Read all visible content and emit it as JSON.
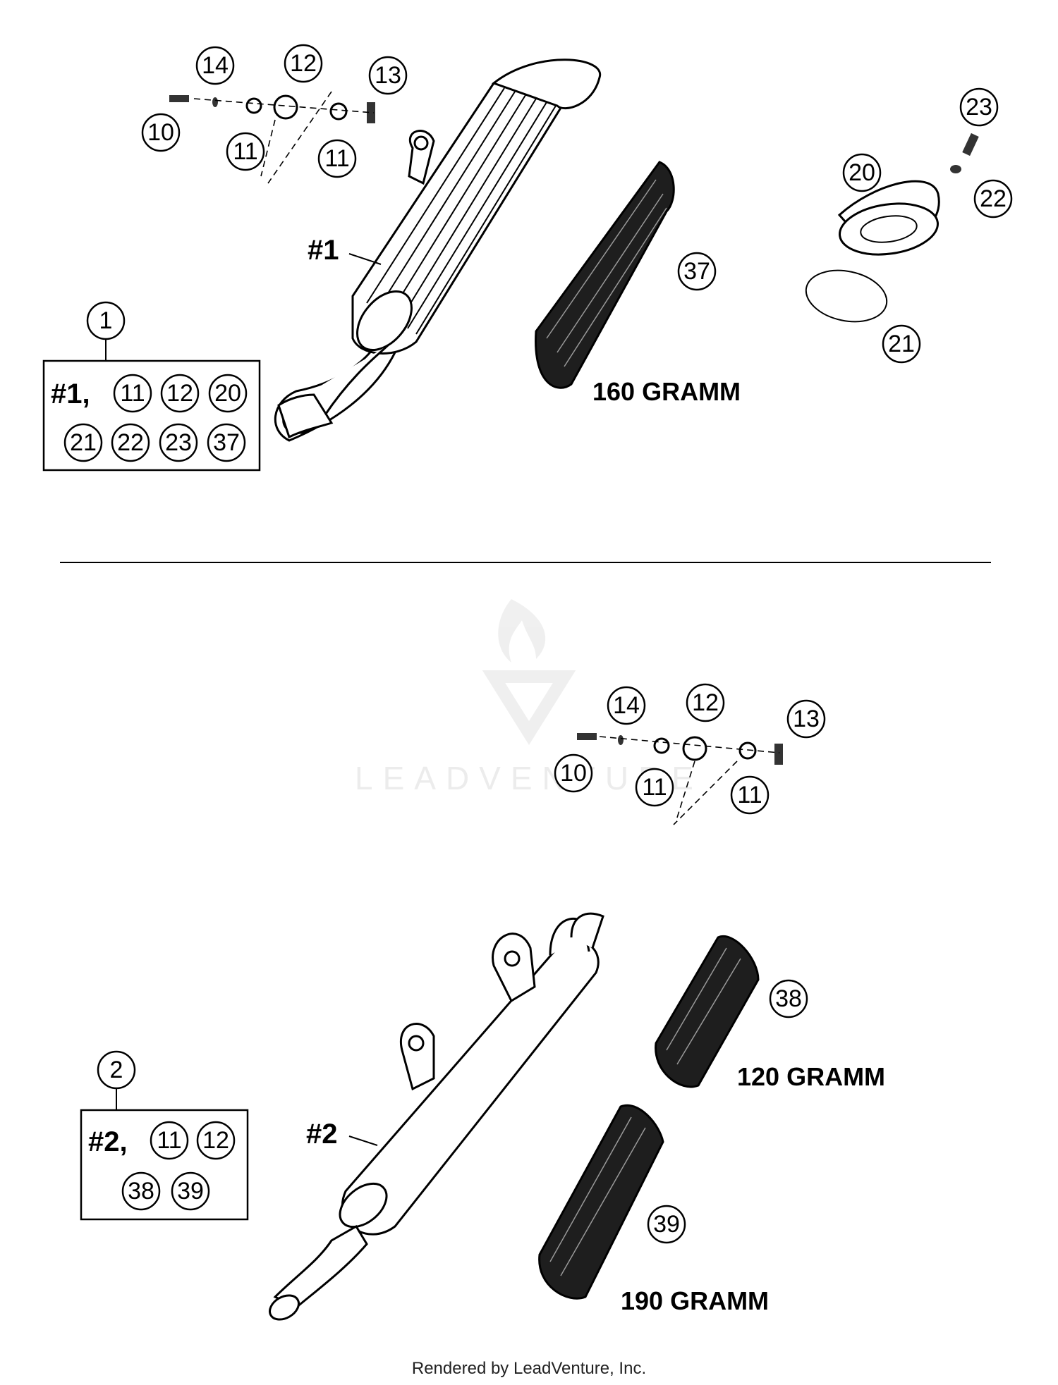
{
  "footer": "Rendered by LeadVenture, Inc.",
  "watermark": "LEADVENTURE",
  "top_assembly": {
    "kit_callout": "1",
    "kit_contents_row1": [
      "#1,",
      "11",
      "12",
      "20"
    ],
    "kit_contents_row2": [
      "21",
      "22",
      "23",
      "37"
    ],
    "silencer_label": "#1",
    "packing_weight": "160 GRAMM",
    "callouts": {
      "c10": "10",
      "c11a": "11",
      "c11b": "11",
      "c12": "12",
      "c13": "13",
      "c14": "14",
      "c20": "20",
      "c21": "21",
      "c22": "22",
      "c23": "23",
      "c37": "37"
    }
  },
  "bottom_assembly": {
    "kit_callout": "2",
    "kit_contents_row1": [
      "#2,",
      "11",
      "12"
    ],
    "kit_contents_row2": [
      "38",
      "39"
    ],
    "silencer_label": "#2",
    "packing_weight_38": "120 GRAMM",
    "packing_weight_39": "190 GRAMM",
    "callouts": {
      "c10": "10",
      "c11a": "11",
      "c11b": "11",
      "c12": "12",
      "c13": "13",
      "c14": "14",
      "c38": "38",
      "c39": "39"
    }
  }
}
